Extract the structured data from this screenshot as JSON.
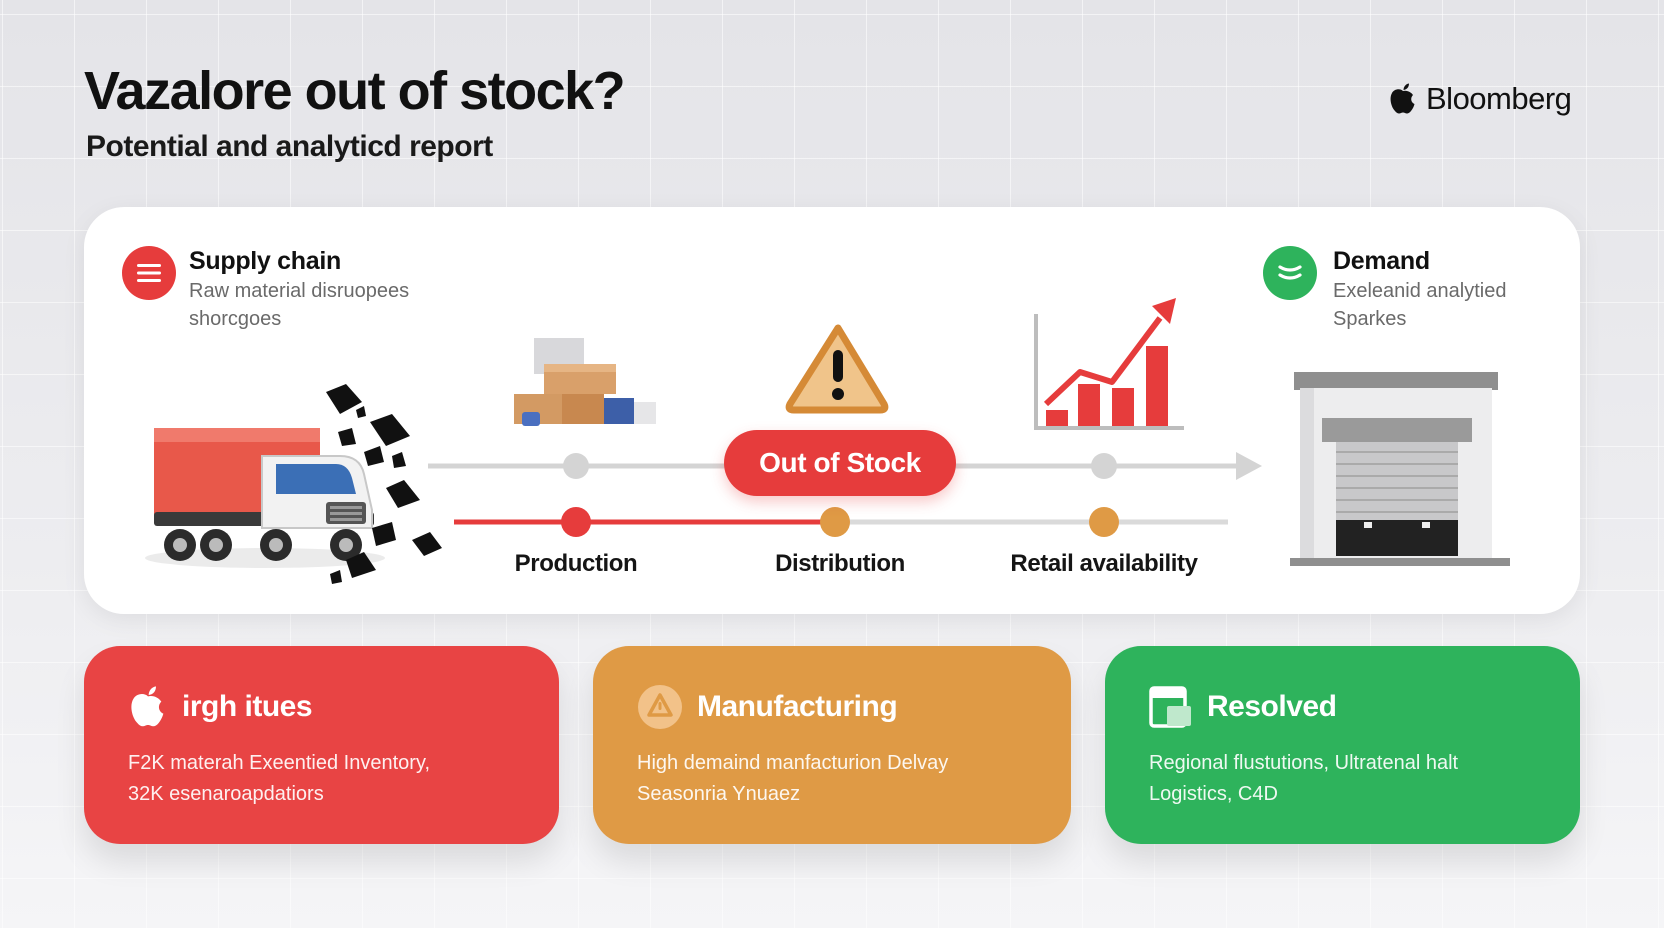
{
  "header": {
    "title": "Vazalore out of stock?",
    "subtitle": "Potential and analyticd report",
    "brand": "Bloomberg"
  },
  "supply": {
    "title": "Supply chain",
    "desc_line1": "Raw material disruopees",
    "desc_line2": "shorcgoes",
    "icon": "menu-icon"
  },
  "demand": {
    "title": "Demand",
    "desc_line1": "Exeleanid analytied",
    "desc_line2": "Sparkes",
    "icon": "chevrons-icon"
  },
  "flow": {
    "status_pill": "Out of Stock",
    "stages": [
      "Production",
      "Distribution",
      "Retail availability"
    ]
  },
  "cards": [
    {
      "title": "irgh itues",
      "line1": "F2K materah Exeentied Inventory,",
      "line2": "32K esenaroapdatiors",
      "color": "#e84444",
      "icon": "apple-icon"
    },
    {
      "title": "Manufacturing",
      "line1": "High demaind manfacturion Delvay",
      "line2": "Seasonria Ynuaez",
      "color": "#df9a45",
      "icon": "warning-icon"
    },
    {
      "title": "Resolved",
      "line1": "Regional flustutions, Ultratenal halt",
      "line2": "Logistics, C4D",
      "color": "#2eb35c",
      "icon": "document-icon"
    }
  ],
  "colors": {
    "red": "#e63c3c",
    "orange": "#df9a45",
    "green": "#2eb35c",
    "gray_node": "#d4d4d4"
  }
}
